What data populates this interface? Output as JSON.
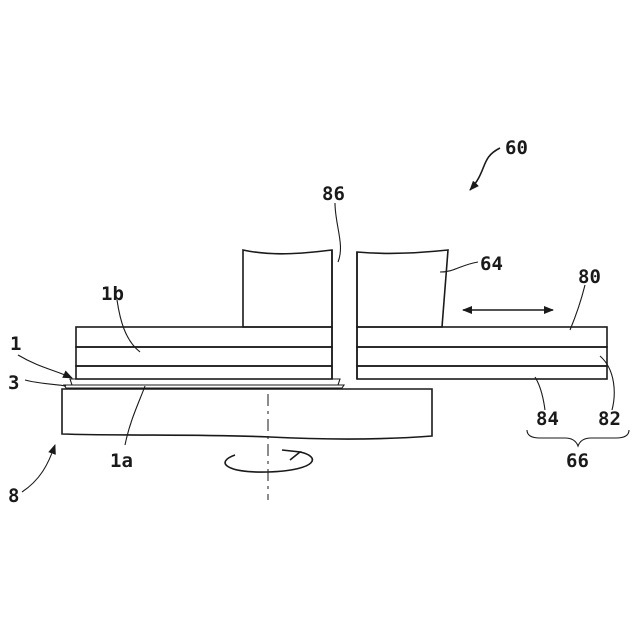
{
  "figure": {
    "labels": {
      "l60": "60",
      "l86": "86",
      "l64": "64",
      "l80": "80",
      "l1b": "1b",
      "l1": "1",
      "l3": "3",
      "l84": "84",
      "l82": "82",
      "l66": "66",
      "l1a": "1a",
      "l8": "8"
    }
  }
}
